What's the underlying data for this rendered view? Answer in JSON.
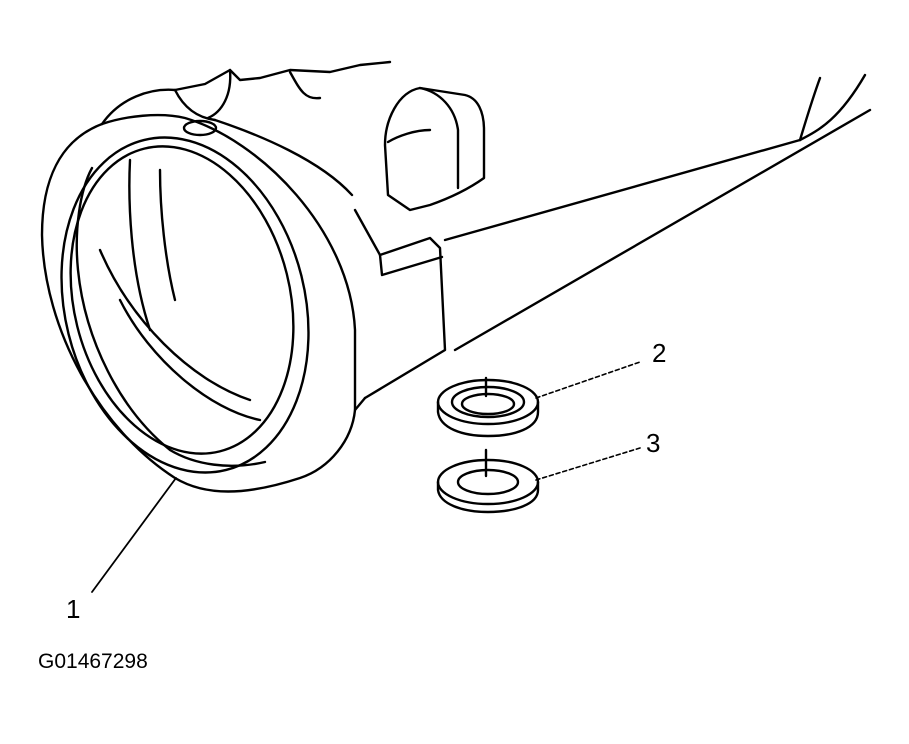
{
  "callouts": [
    {
      "label": "1"
    },
    {
      "label": "2"
    },
    {
      "label": "3"
    }
  ],
  "figure_id": "G01467298",
  "colors": {
    "line": "#000000",
    "background": "#ffffff"
  }
}
